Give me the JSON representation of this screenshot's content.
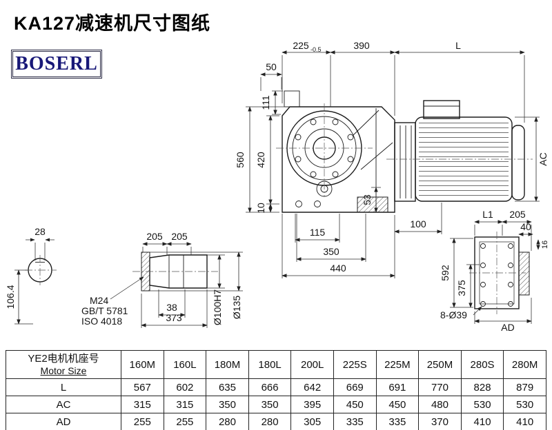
{
  "header": {
    "title": "KA127减速机尺寸图纸",
    "logo": "BOSERL",
    "logo_color": "#181878"
  },
  "drawing": {
    "main": {
      "d225": "225",
      "d225tol": "-0.5",
      "d390": "390",
      "dL": "L",
      "d50": "50",
      "d111": "111",
      "d560": "560",
      "d420": "420",
      "d10": "10",
      "d53": "53",
      "d115": "115",
      "d100": "100",
      "d350": "350",
      "d440": "440",
      "dAC": "AC"
    },
    "shaft_end": {
      "d28": "28",
      "d106": "106.4"
    },
    "shaft_side": {
      "d205a": "205",
      "d205b": "205",
      "m24": "M24",
      "gb": "GB/T 5781",
      "iso": "ISO 4018",
      "d38": "38",
      "d373": "373",
      "dia100": "Ø100H7",
      "dia135": "Ø135"
    },
    "flange": {
      "dL1": "L1",
      "d205c": "205",
      "d40": "40",
      "d16": "16",
      "d592": "592",
      "d375": "375",
      "holes": "8-Ø39",
      "dAD": "AD"
    }
  },
  "table": {
    "header": {
      "col0_line1": "YE2电机机座号",
      "col0_line2": "Motor Size",
      "sizes": [
        "160M",
        "160L",
        "180M",
        "180L",
        "200L",
        "225S",
        "225M",
        "250M",
        "280S",
        "280M"
      ]
    },
    "rows": [
      {
        "label": "L",
        "values": [
          "567",
          "602",
          "635",
          "666",
          "642",
          "669",
          "691",
          "770",
          "828",
          "879"
        ]
      },
      {
        "label": "AC",
        "values": [
          "315",
          "315",
          "350",
          "350",
          "395",
          "450",
          "450",
          "480",
          "530",
          "530"
        ]
      },
      {
        "label": "AD",
        "values": [
          "255",
          "255",
          "280",
          "280",
          "305",
          "335",
          "335",
          "370",
          "410",
          "410"
        ]
      }
    ]
  }
}
